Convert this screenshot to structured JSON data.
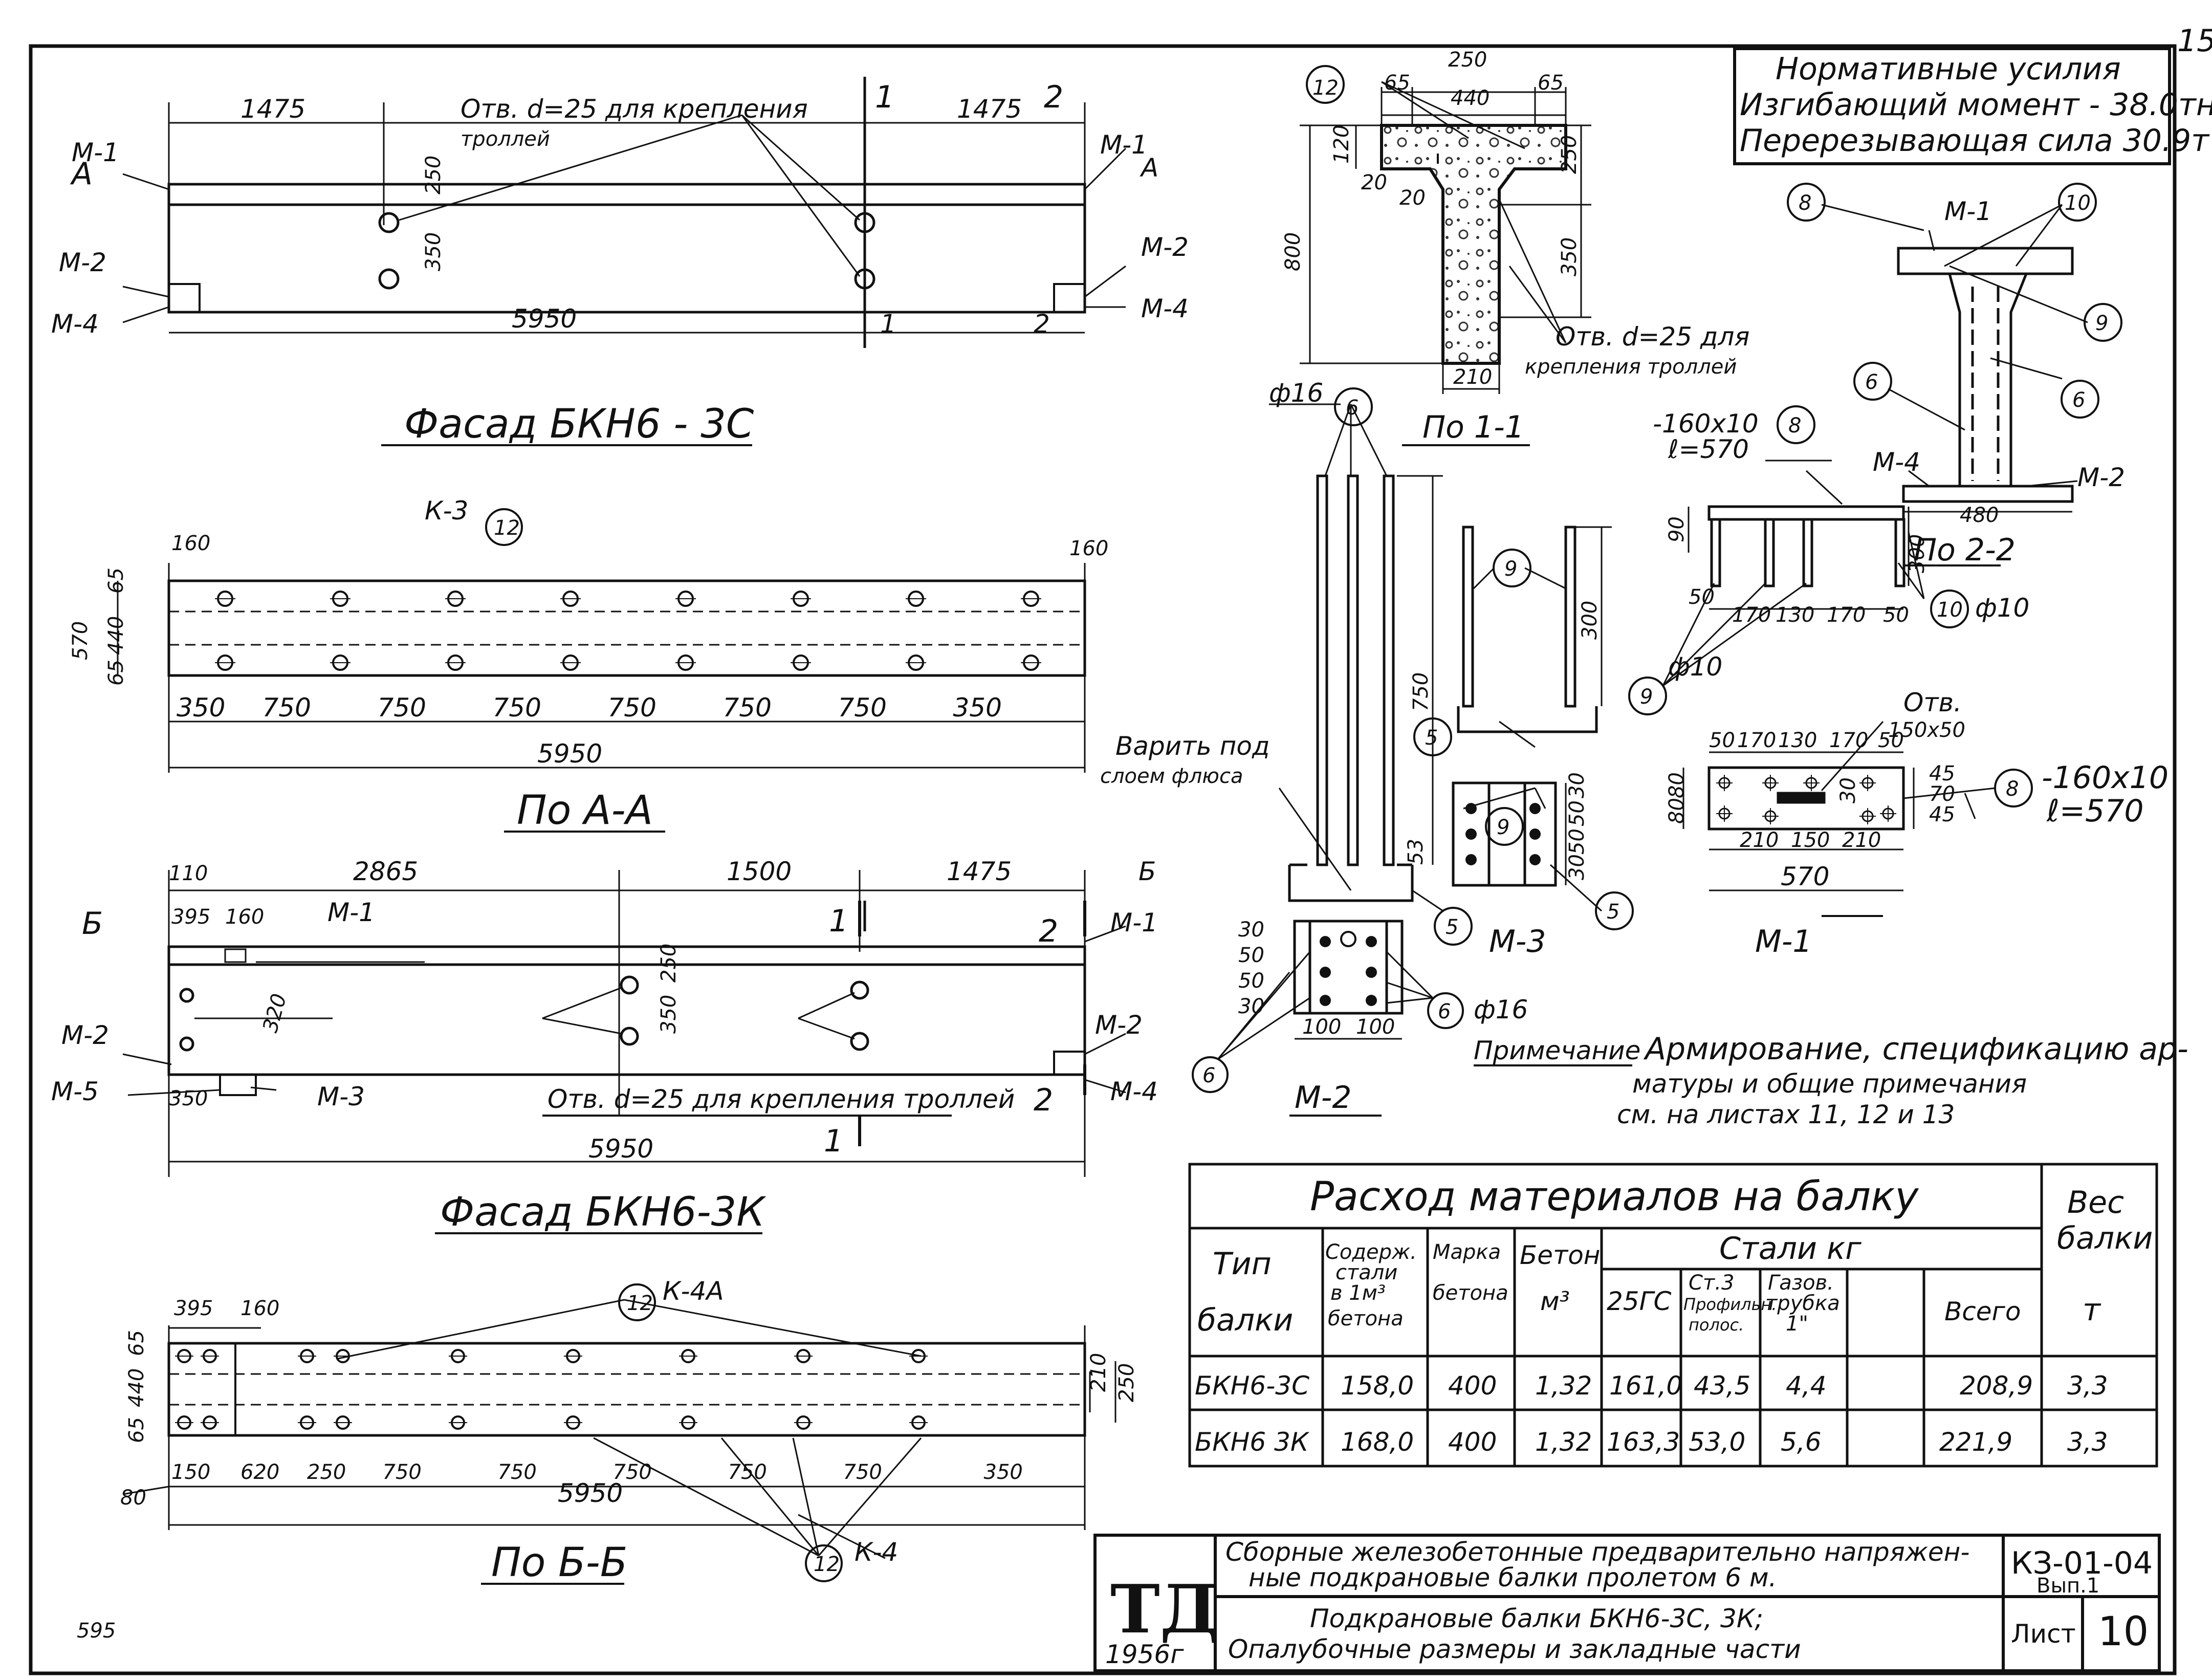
{
  "page_number": "15",
  "corner_mark": "595",
  "loads_box": {
    "line1": "Нормативные усилия",
    "line2": "Изгибающий момент - 38.0тн.",
    "line3": "Перерезывающая сила 30.9т"
  },
  "facade_3c": {
    "title": "Фасад БКН6 - 3С",
    "dim_left": "1475",
    "dim_right": "1475",
    "dim_total": "5950",
    "dim_250": "250",
    "dim_350": "350",
    "hole_note_1": "Отв. d=25 для крепления",
    "hole_note_2": "троллей",
    "cut_a": "А",
    "m1": "М-1",
    "m2": "М-2",
    "m4": "М-4",
    "cut1": "1",
    "cut2": "2"
  },
  "plan_aa": {
    "title": "По А-А",
    "k3": "К-3",
    "marker": "12",
    "dims_left": [
      "65",
      "440",
      "65"
    ],
    "dim_570": "570",
    "dim_160": "160",
    "spacing": [
      "350",
      "750",
      "750",
      "750",
      "750",
      "750",
      "750",
      "350"
    ],
    "total": "5950"
  },
  "facade_3k": {
    "title": "Фасад БКН6-3К",
    "top_dims": [
      "110",
      "2865",
      "1500",
      "1475"
    ],
    "sub_dims": [
      "395",
      "160"
    ],
    "cut_b": "Б",
    "m1": "М-1",
    "m2": "М-2",
    "m3": "М-3",
    "m4": "М-4",
    "m5": "М-5",
    "dim_250": "250",
    "dim_350": "350",
    "dim_320": "320",
    "dim_350b": "350",
    "hole_note": "Отв. d=25 для крепления троллей",
    "total": "5950",
    "cut1": "1",
    "cut2": "2"
  },
  "plan_bb": {
    "title": "По Б-Б",
    "top_dims": [
      "395",
      "160"
    ],
    "k4a": "К-4А",
    "k4": "К-4",
    "marker": "12",
    "left_dims": [
      "65",
      "440",
      "65"
    ],
    "right_dims": [
      "210",
      "250"
    ],
    "spacing": [
      "150",
      "620",
      "250",
      "750",
      "750",
      "750",
      "750",
      "750",
      "350"
    ],
    "dim_80": "80",
    "total": "5950"
  },
  "section_11": {
    "title": "По 1-1",
    "marker": "12",
    "top": [
      "250",
      "65",
      "440",
      "65"
    ],
    "left": [
      "120",
      "800",
      "20",
      "20"
    ],
    "right": [
      "250",
      "350"
    ],
    "bottom": "210",
    "note_1": "Отв. d=25 для",
    "note_2": "крепления троллей"
  },
  "part_m2": {
    "title": "М-2",
    "dia": "ф16",
    "marker6": "6",
    "marker5": "5",
    "h750": "750",
    "h53": "53",
    "weld_1": "Варить под",
    "weld_2": "слоем флюса",
    "left_dims": [
      "30",
      "50",
      "50",
      "30"
    ],
    "bottom_dims": [
      "100",
      "100"
    ],
    "dia2": "ф16"
  },
  "part_m3": {
    "title": "М-3",
    "marker9": "9",
    "marker5": "5",
    "h300": "300",
    "right_dims": [
      "30",
      "50",
      "50",
      "30"
    ]
  },
  "section_22": {
    "title": "По 2-2",
    "m1": "М-1",
    "m2": "М-2",
    "m4": "М-4",
    "markers": [
      "8",
      "10",
      "9",
      "6",
      "6"
    ],
    "dim_480": "480"
  },
  "part_m1": {
    "title": "М-1",
    "plate_1": "-160x10",
    "plate_2": "ℓ=570",
    "marker8": "8",
    "marker10": "10",
    "marker9": "9",
    "dia10": "ф10",
    "dia10b": "ф10",
    "dims": [
      "50",
      "170",
      "130",
      "170",
      "50"
    ],
    "dim_90": "90",
    "dim_300": "300",
    "plan_dims": [
      "210",
      "150",
      "210"
    ],
    "plan_total": "570",
    "plan_top": [
      "50",
      "170",
      "130",
      "170",
      "50"
    ],
    "plan_left": [
      "80",
      "80"
    ],
    "plan_right": [
      "45",
      "70",
      "45"
    ],
    "plan_30": "30",
    "opening_1": "Отв.",
    "opening_2": "150x50"
  },
  "note": {
    "label": "Примечание",
    "line1": "Армирование, спецификацию ар-",
    "line2": "матуры и общие примечания",
    "line3": "см. на листах 11, 12 и 13"
  },
  "materials_table": {
    "title": "Расход материалов на балку",
    "weight_header_1": "Вес",
    "weight_header_2": "балки",
    "weight_unit": "т",
    "col_type_1": "Тип",
    "col_type_2": "балки",
    "col_steel_content": [
      "Содерж.",
      "стали",
      "в 1м³",
      "бетона"
    ],
    "col_grade": [
      "Марка",
      "бетона"
    ],
    "col_concrete": [
      "Бетон",
      "м³"
    ],
    "steel_group": "Стали кг",
    "col_25gs": "25ГС",
    "col_st3": [
      "Ст.3",
      "Профильн.",
      "полос."
    ],
    "col_pipe": [
      "Газов.",
      "трубка",
      "1\""
    ],
    "col_total": "Всего",
    "rows": [
      {
        "type": "БКН6-3С",
        "steel_content": "158,0",
        "grade": "400",
        "concrete": "1,32",
        "s25gs": "161,0",
        "st3": "43,5",
        "pipe": "4,4",
        "empty": "",
        "total": "208,9",
        "weight": "3,3"
      },
      {
        "type": "БКН6 3К",
        "steel_content": "168,0",
        "grade": "400",
        "concrete": "1,32",
        "s25gs": "163,3",
        "st3": "53,0",
        "pipe": "5,6",
        "empty": "",
        "total": "221,9",
        "weight": "3,3"
      }
    ]
  },
  "title_block": {
    "logo": "ТД",
    "year": "1956г",
    "title_1": "Сборные железобетонные предварительно напряжен-",
    "title_2": "ные подкрановые балки пролетом 6 м.",
    "subtitle_1": "Подкрановые балки БКН6-3С, 3К;",
    "subtitle_2": "Опалубочные размеры и закладные части",
    "code": "КЗ-01-04",
    "issue": "Вып.1",
    "sheet_label": "Лист",
    "sheet_no": "10"
  }
}
